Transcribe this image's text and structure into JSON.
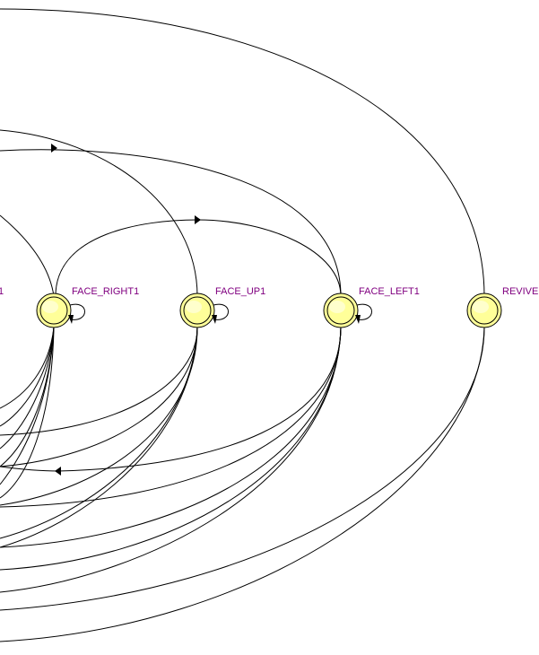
{
  "diagram": {
    "type": "state-machine",
    "partial_label_left": "1",
    "states": [
      {
        "id": "face_right1",
        "label": "FACE_RIGHT1",
        "self_loop": true
      },
      {
        "id": "face_up1",
        "label": "FACE_UP1",
        "self_loop": true
      },
      {
        "id": "face_left1",
        "label": "FACE_LEFT1",
        "self_loop": true
      },
      {
        "id": "revive",
        "label": "REVIVE",
        "self_loop": false
      }
    ],
    "colors": {
      "state_fill": "#ffff99",
      "state_stroke": "#000000",
      "label": "#800080",
      "edge": "#000000"
    }
  }
}
